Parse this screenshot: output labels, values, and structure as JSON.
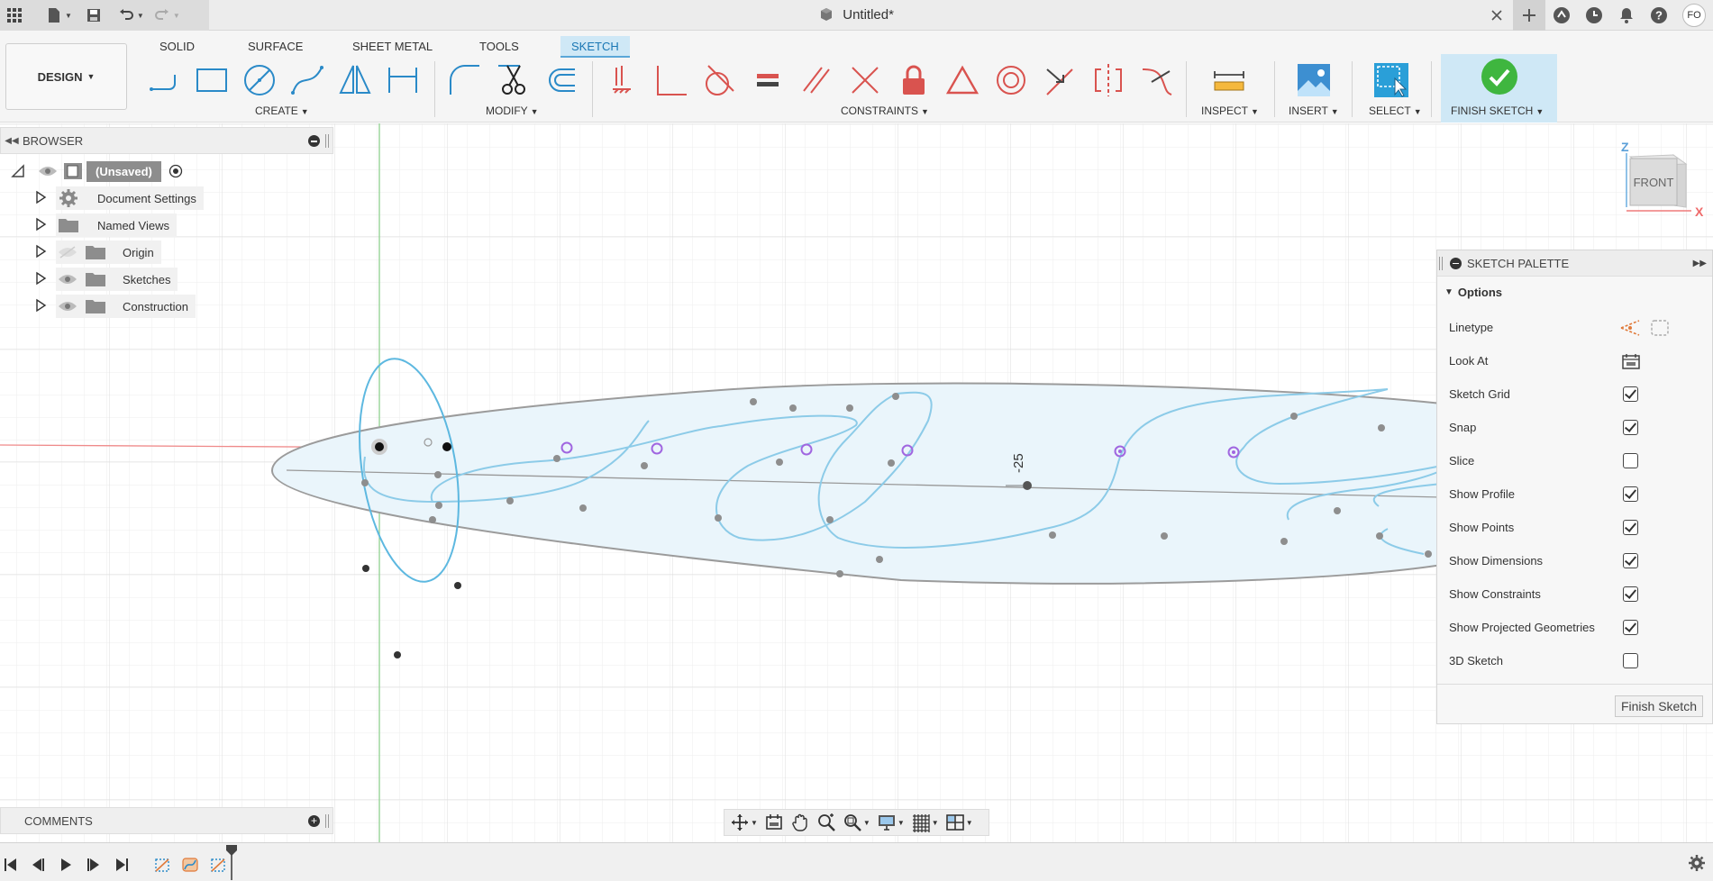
{
  "app": {
    "document_title": "Untitled*",
    "user_initials": "FO"
  },
  "ribbon": {
    "workspace_label": "DESIGN",
    "tabs": [
      {
        "label": "SOLID",
        "active": false
      },
      {
        "label": "SURFACE",
        "active": false
      },
      {
        "label": "SHEET METAL",
        "active": false
      },
      {
        "label": "TOOLS",
        "active": false
      },
      {
        "label": "SKETCH",
        "active": true
      }
    ],
    "groups": {
      "create": "CREATE",
      "modify": "MODIFY",
      "constraints": "CONSTRAINTS",
      "inspect": "INSPECT",
      "insert": "INSERT",
      "select": "SELECT",
      "finish_sketch": "FINISH SKETCH"
    },
    "create_tools": [
      "line-icon",
      "rectangle-icon",
      "circle-icon",
      "spline-icon",
      "mirror-triangle-icon",
      "dimension-icon"
    ],
    "modify_tools": [
      "fillet-icon",
      "trim-icon",
      "offset-icon"
    ],
    "constraint_tools": [
      "fix-ground-icon",
      "perpendicular-corner-icon",
      "tangent-icon",
      "equal-icon",
      "parallel-icon",
      "perpendicular-icon",
      "lock-icon",
      "triangle-icon",
      "concentric-icon",
      "midpoint-icon",
      "symmetry-icon",
      "curvature-icon"
    ]
  },
  "browser": {
    "title": "BROWSER",
    "root_label": "(Unsaved)",
    "items": [
      {
        "label": "Document Settings",
        "icon": "gear-icon",
        "visible": null
      },
      {
        "label": "Named Views",
        "icon": "folder-icon",
        "visible": null
      },
      {
        "label": "Origin",
        "icon": "folder-icon",
        "visible": false
      },
      {
        "label": "Sketches",
        "icon": "folder-icon",
        "visible": true
      },
      {
        "label": "Construction",
        "icon": "folder-icon",
        "visible": true
      }
    ]
  },
  "canvas": {
    "dimension_label": "-25"
  },
  "viewcube": {
    "face_label": "FRONT",
    "axis_z": "Z",
    "axis_x": "X"
  },
  "sketch_palette": {
    "title": "SKETCH PALETTE",
    "section": "Options",
    "options": [
      {
        "label": "Linetype",
        "control": "linetype"
      },
      {
        "label": "Look At",
        "control": "lookat"
      },
      {
        "label": "Sketch Grid",
        "control": "checkbox",
        "checked": true
      },
      {
        "label": "Snap",
        "control": "checkbox",
        "checked": true
      },
      {
        "label": "Slice",
        "control": "checkbox",
        "checked": false
      },
      {
        "label": "Show Profile",
        "control": "checkbox",
        "checked": true
      },
      {
        "label": "Show Points",
        "control": "checkbox",
        "checked": true
      },
      {
        "label": "Show Dimensions",
        "control": "checkbox",
        "checked": true
      },
      {
        "label": "Show Constraints",
        "control": "checkbox",
        "checked": true
      },
      {
        "label": "Show Projected Geometries",
        "control": "checkbox",
        "checked": true
      },
      {
        "label": "3D Sketch",
        "control": "checkbox",
        "checked": false
      }
    ],
    "finish_button": "Finish Sketch"
  },
  "comments": {
    "title": "COMMENTS"
  },
  "colors": {
    "accent_blue": "#1a77b4",
    "tab_active_bg": "#cfe8f6",
    "sketch_curve": "#7cc4e4",
    "profile_fill": "#eaf5fb",
    "constraint_red": "#d9534f",
    "finish_green": "#3fb63f",
    "x_axis": "#e88a8a",
    "y_axis": "#8fd18f"
  }
}
